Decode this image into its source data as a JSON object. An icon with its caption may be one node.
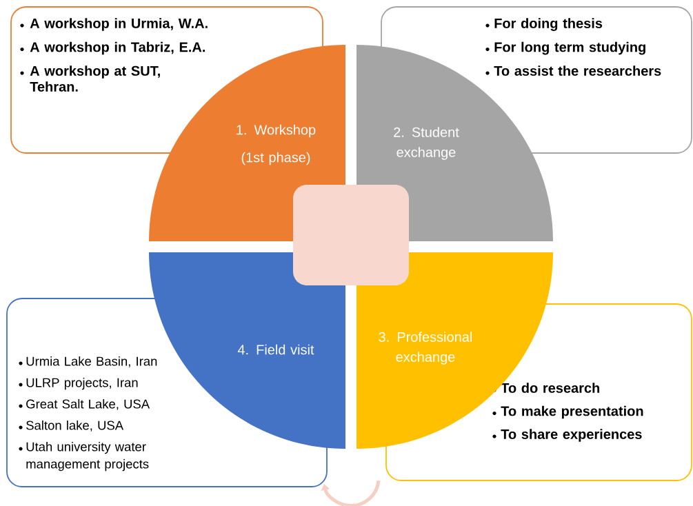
{
  "diagram": {
    "nodes": [
      {
        "text": [
          "1. Workshop (1st phase)"
        ]
      },
      {
        "text": [
          "2. Student exchange"
        ]
      },
      {
        "text": [
          "3. Professional exchange"
        ]
      },
      {
        "text": [
          "4. Field visit"
        ]
      },
      {
        "text": [
          "A workshop in Urmia, W.A.",
          "A workshop in Tabriz, E.A.",
          "A workshop at SUT, Tehran."
        ]
      },
      {
        "text": [
          "For doing thesis",
          "For long term studying",
          "To assist the researchers"
        ]
      },
      {
        "text": [
          "To do research",
          "To make presentation",
          "To share experiences"
        ]
      },
      {
        "text": [
          "Urmia Lake Basin, Iran",
          "ULRP projects, Iran",
          "Great Salt Lake, USA",
          "Salton lake, USA",
          "Utah university water management projects"
        ]
      },
      {
        "text": [],
        "shape": "box"
      }
    ]
  }
}
